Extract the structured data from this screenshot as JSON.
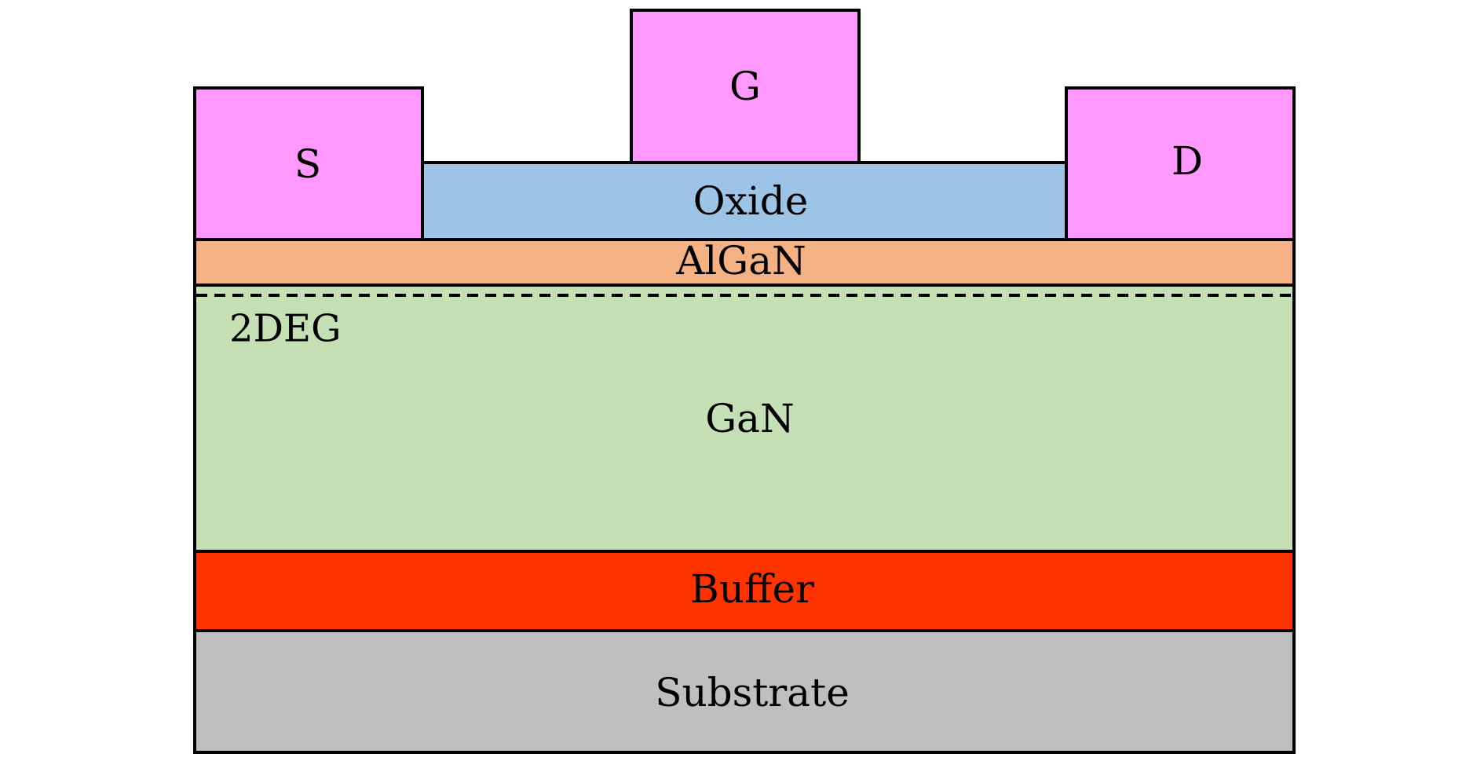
{
  "layers": {
    "source": {
      "label": "S",
      "color": "#ff99ff"
    },
    "gate": {
      "label": "G",
      "color": "#ff99ff"
    },
    "drain": {
      "label": "D",
      "color": "#ff99ff"
    },
    "oxide": {
      "label": "Oxide",
      "color": "#9dc3e6"
    },
    "algan": {
      "label": "AlGaN",
      "color": "#f4b183"
    },
    "channel": {
      "label": "2DEG",
      "line_style": "dashed"
    },
    "gan": {
      "label": "GaN",
      "color": "#c5e0b4"
    },
    "buffer": {
      "label": "Buffer",
      "color": "#ff3300"
    },
    "substrate": {
      "label": "Substrate",
      "color": "#bfbfbf"
    }
  },
  "outline_color": "#000000"
}
